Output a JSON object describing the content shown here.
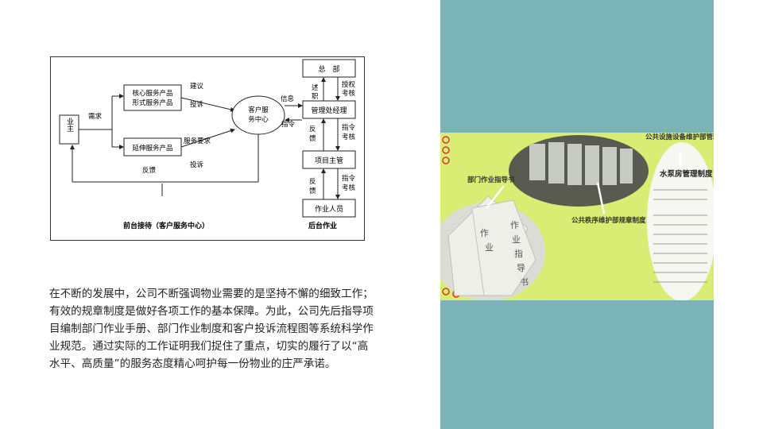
{
  "flowchart": {
    "owner": "业主",
    "core_product_line1": "核心服务产品",
    "core_product_line2": "形式服务产品",
    "extended_product": "延伸服务产品",
    "cs_center_line1": "客户服",
    "cs_center_line2": "务中心",
    "headquarters": "总　部",
    "management_office": "管理处经理",
    "project_supervisor": "项目主管",
    "worker": "作业人员",
    "label_demand": "需求",
    "label_suggest": "建议",
    "label_complain": "投诉",
    "label_service_request": "服务要求",
    "label_feedback": "反馈",
    "label_complain2": "投诉",
    "label_info": "信息",
    "label_instruct": "指令",
    "label_report1": "述",
    "label_report2": "职",
    "label_auth1": "授权",
    "label_auth2": "考核",
    "label_fb1": "反",
    "label_fb2": "馈",
    "label_cmd1": "指令",
    "label_cmd2": "考核",
    "label_fb3": "反",
    "label_fb4": "馈",
    "label_cmd3": "指令",
    "label_cmd4": "考核",
    "caption_front": "前台接待（客户服务中心）",
    "caption_back": "后台作业"
  },
  "body_text": "在不断的发展中，公司不断强调物业需要的是坚持不懈的细致工作；有效的规章制度是做好各项工作的基本保障。为此，公司先后指导项目编制部门作业手册、部门作业制度和客户投诉流程图等系统科学作业规范。通过实际的工作证明我们捉住了重点，切实的履行了以“高水平、高质量”的服务态度精心呵护每一份物业的庄严承诺。",
  "photo": {
    "label_facility": "公共设施设备维护部管理制度",
    "label_guide": "部门作业指导书",
    "label_order": "公共秩序维护部规章制度",
    "label_pump": "水泵房管理制度",
    "book_text": "作业指导书",
    "colors": {
      "background": "#d9ec73",
      "panel": "#7ab3b8"
    }
  }
}
